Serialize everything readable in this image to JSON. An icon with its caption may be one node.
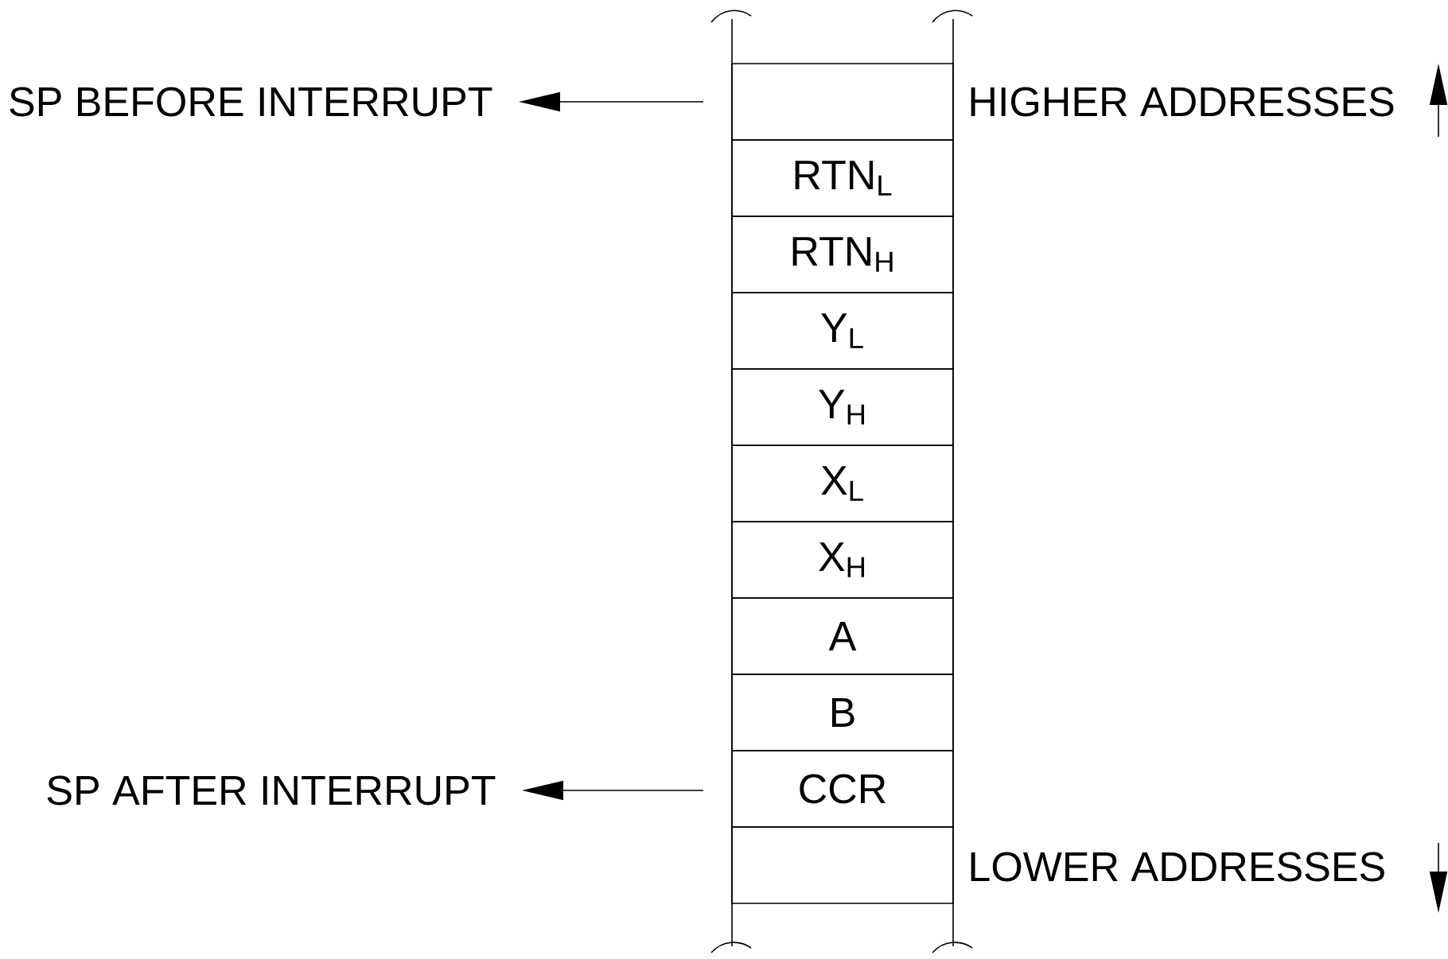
{
  "diagram": {
    "nodes": [
      {
        "text": [],
        "shape": "box"
      },
      {
        "text": [
          "RTN$_{L}$"
        ]
      },
      {
        "text": [
          "RTN$_{H}$"
        ]
      },
      {
        "text": [
          "Y$_{L}$"
        ]
      },
      {
        "text": [
          "Y$_{H}$"
        ]
      },
      {
        "text": [
          "X$_{L}$"
        ]
      },
      {
        "text": [
          "X$_{H}$"
        ]
      },
      {
        "text": [
          "A"
        ]
      },
      {
        "text": [
          "B"
        ]
      },
      {
        "text": [
          "CCR"
        ]
      },
      {
        "text": [],
        "shape": "box"
      },
      {
        "text": [
          "SP BEFORE INTERRUPT"
        ]
      },
      {
        "text": [
          "SP AFTER INTERRUPT"
        ]
      }
    ],
    "edges": [
      {
        "from": null,
        "to": 11,
        "arrow": "to"
      },
      {
        "from": null,
        "to": 12,
        "arrow": "to"
      }
    ],
    "labels": [
      "HIGHER ADDRESSES",
      "LOWER ADDRESSES"
    ]
  }
}
